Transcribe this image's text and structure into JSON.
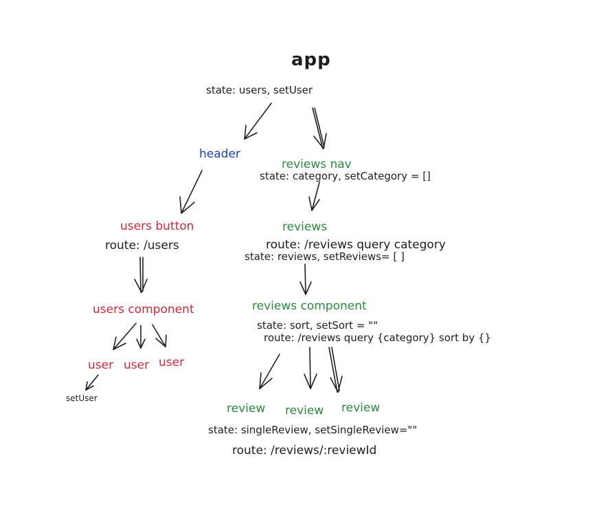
{
  "colors": {
    "ink": "#1e1e1e",
    "blue": "#1c3fa8",
    "red": "#c92a3a",
    "green": "#2b8a3e"
  },
  "nodes": {
    "app": {
      "label": "app",
      "state": "state: users, setUser"
    },
    "header": {
      "label": "header"
    },
    "reviews_nav": {
      "label": "reviews nav",
      "state": "state: category, setCategory = []"
    },
    "users_button": {
      "label": "users button",
      "route": "route: /users"
    },
    "reviews": {
      "label": "reviews",
      "route": "route: /reviews query category",
      "state": "state: reviews, setReviews= [ ]"
    },
    "users_component": {
      "label": "users component"
    },
    "reviews_component": {
      "label": "reviews component",
      "state": "state: sort, setSort = \"\"",
      "route": "route: /reviews query {category} sort by {}"
    },
    "users": [
      "user",
      "user",
      "user"
    ],
    "set_user": "setUser",
    "review_items": [
      "review",
      "review",
      "review"
    ],
    "review_state": "state: singleReview, setSingleReview=\"\"",
    "review_route": "route: /reviews/:reviewId"
  }
}
